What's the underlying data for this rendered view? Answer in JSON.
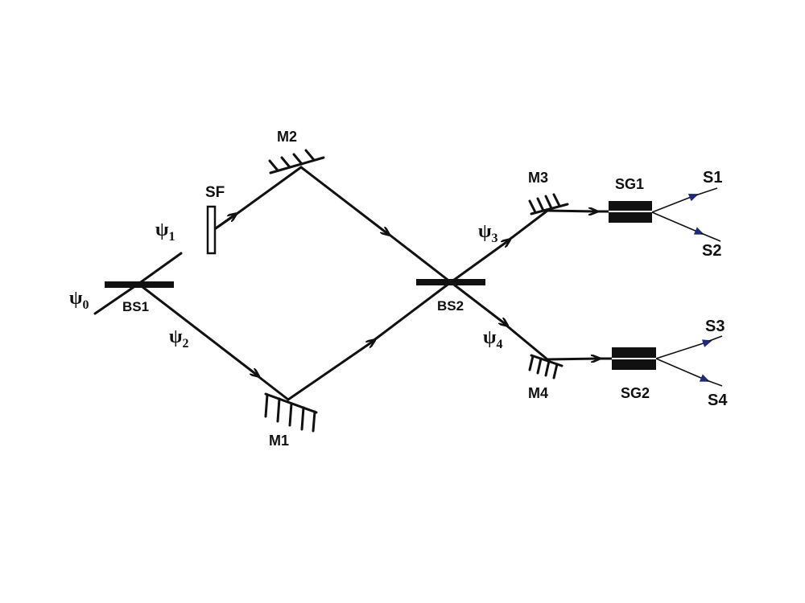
{
  "colors": {
    "line": "#111111",
    "output_arrow": "#1f2a7a",
    "background": "#ffffff"
  },
  "labels": {
    "sf": "SF",
    "bs1": "BS1",
    "bs2": "BS2",
    "m1": "M1",
    "m2": "M2",
    "m3": "M3",
    "m4": "M4",
    "sg1": "SG1",
    "sg2": "SG2",
    "s1": "S1",
    "s2": "S2",
    "s3": "S3",
    "s4": "S4"
  },
  "states": {
    "psi0": {
      "symbol": "ψ",
      "sub": "0"
    },
    "psi1": {
      "symbol": "ψ",
      "sub": "1"
    },
    "psi2": {
      "symbol": "ψ",
      "sub": "2"
    },
    "psi3": {
      "symbol": "ψ",
      "sub": "3"
    },
    "psi4": {
      "symbol": "ψ",
      "sub": "4"
    }
  }
}
